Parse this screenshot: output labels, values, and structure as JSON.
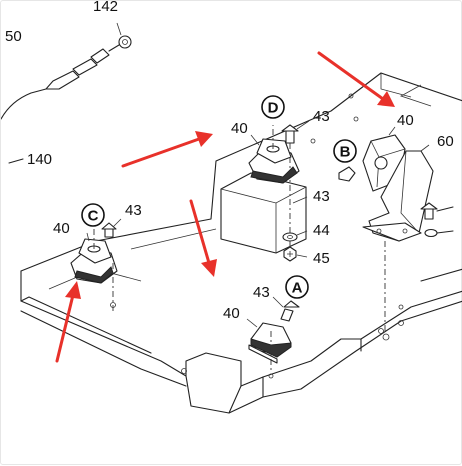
{
  "diagram": {
    "part_labels": {
      "top_left_142": "142",
      "top_left_50": "50",
      "cable_140": "140",
      "mount_c_40": "40",
      "mount_c_43": "43",
      "mount_d_40": "40",
      "mount_d_43": "43",
      "bracket_43": "43",
      "washer_44": "44",
      "nut_45": "45",
      "mount_b_40": "40",
      "mount_b_60": "60",
      "mount_a_43": "43",
      "mount_a_40": "40"
    },
    "callouts": {
      "a": "A",
      "b": "B",
      "c": "C",
      "d": "D"
    },
    "colors": {
      "line": "#222222",
      "arrow": "#e8312a",
      "background": "#ffffff"
    }
  }
}
